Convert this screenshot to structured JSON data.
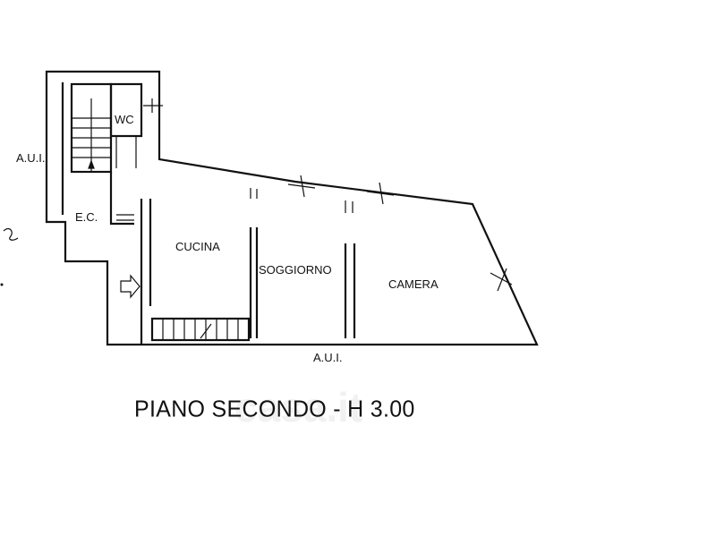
{
  "rooms": {
    "wc": "WC",
    "ec": "E.C.",
    "cucina": "CUCINA",
    "soggiorno": "SOGGIORNO",
    "camera": "CAMERA"
  },
  "neighbors": {
    "left": "A.U.I.",
    "bottom": "A.U.I."
  },
  "caption": "PIANO SECONDO - H 3.00",
  "watermark": "casa.it"
}
